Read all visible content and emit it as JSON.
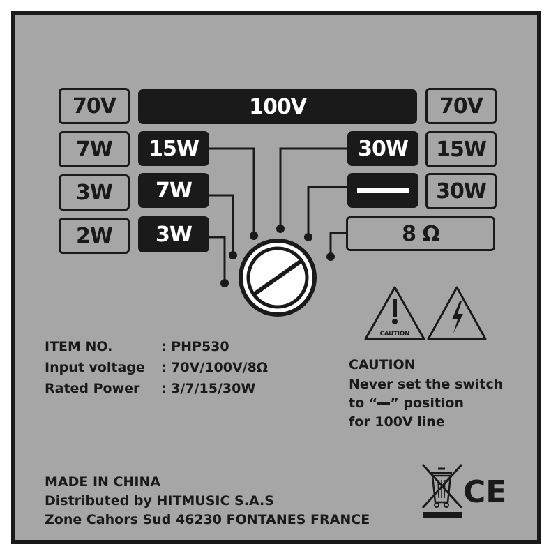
{
  "selector": {
    "left_outline": [
      "70V",
      "7W",
      "3W",
      "2W"
    ],
    "center_top": "100V",
    "center_filled": [
      "15W",
      "7W",
      "3W"
    ],
    "right_filled": [
      "30W"
    ],
    "right_outline": [
      "70V",
      "15W",
      "30W"
    ],
    "impedance": "8 Ω"
  },
  "warning_icons": {
    "caution_label": "CAUTION"
  },
  "specs": {
    "item_label": "ITEM NO.",
    "item_value": ": PHP530",
    "voltage_label": "Input voltage",
    "voltage_value": ": 70V/100V/8Ω",
    "power_label": "Rated Power",
    "power_value": ": 3/7/15/30W"
  },
  "caution": {
    "title": "CAUTION",
    "line1": "Never set the switch",
    "line2_pre": "to “",
    "line2_post": "” position",
    "line3": "for 100V line"
  },
  "footer": {
    "line1": "MADE IN CHINA",
    "line2": "Distributed by HITMUSIC S.A.S",
    "line3": "Zone Cahors Sud 46230 FONTANES FRANCE"
  },
  "marks": {
    "ce": "CE"
  }
}
